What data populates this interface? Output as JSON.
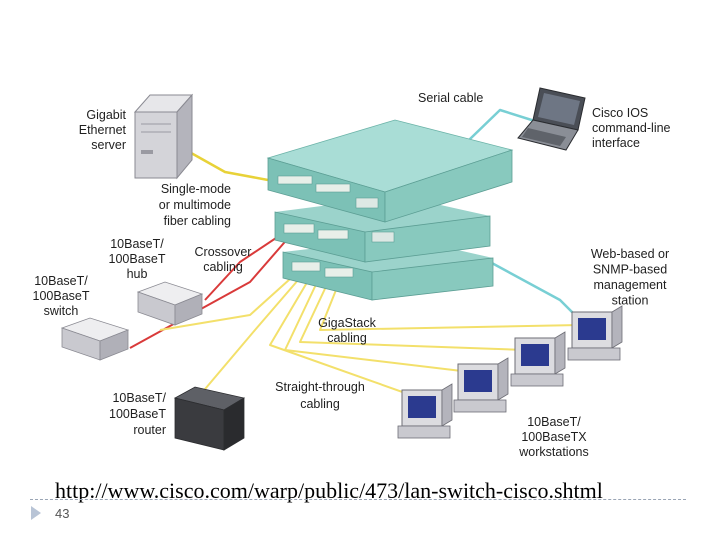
{
  "labels": {
    "gigabit_server": [
      "Gigabit",
      "Ethernet",
      "server"
    ],
    "serial_cable": [
      "Serial cable"
    ],
    "cisco_ios": [
      "Cisco IOS",
      "command-line",
      "interface"
    ],
    "fiber": [
      "Single-mode",
      "or multimode",
      "fiber cabling"
    ],
    "hub": [
      "10BaseT/",
      "100BaseT",
      "hub"
    ],
    "crossover": [
      "Crossover",
      "cabling"
    ],
    "switch": [
      "10BaseT/",
      "100BaseT",
      "switch"
    ],
    "web_snmp": [
      "Web-based or",
      "SNMP-based",
      "management",
      "station"
    ],
    "gigastack": [
      "GigaStack",
      "cabling"
    ],
    "router": [
      "10BaseT/",
      "100BaseT",
      "router"
    ],
    "straight": [
      "Straight-through",
      "cabling"
    ],
    "workstations": [
      "10BaseT/",
      "100BaseTX",
      "workstations"
    ]
  },
  "footer": {
    "url": "http://www.cisco.com/warp/public/473/lan-switch-cisco.shtml",
    "page_number": "43"
  },
  "colors": {
    "switch_top": "#a9ddd6",
    "switch_front": "#7cc1b6",
    "fiber_cable": "#e8d238",
    "crossover_cable": "#d93a3a",
    "serial_cable": "#78cfd4",
    "straight_cable": "#f3e06b"
  }
}
